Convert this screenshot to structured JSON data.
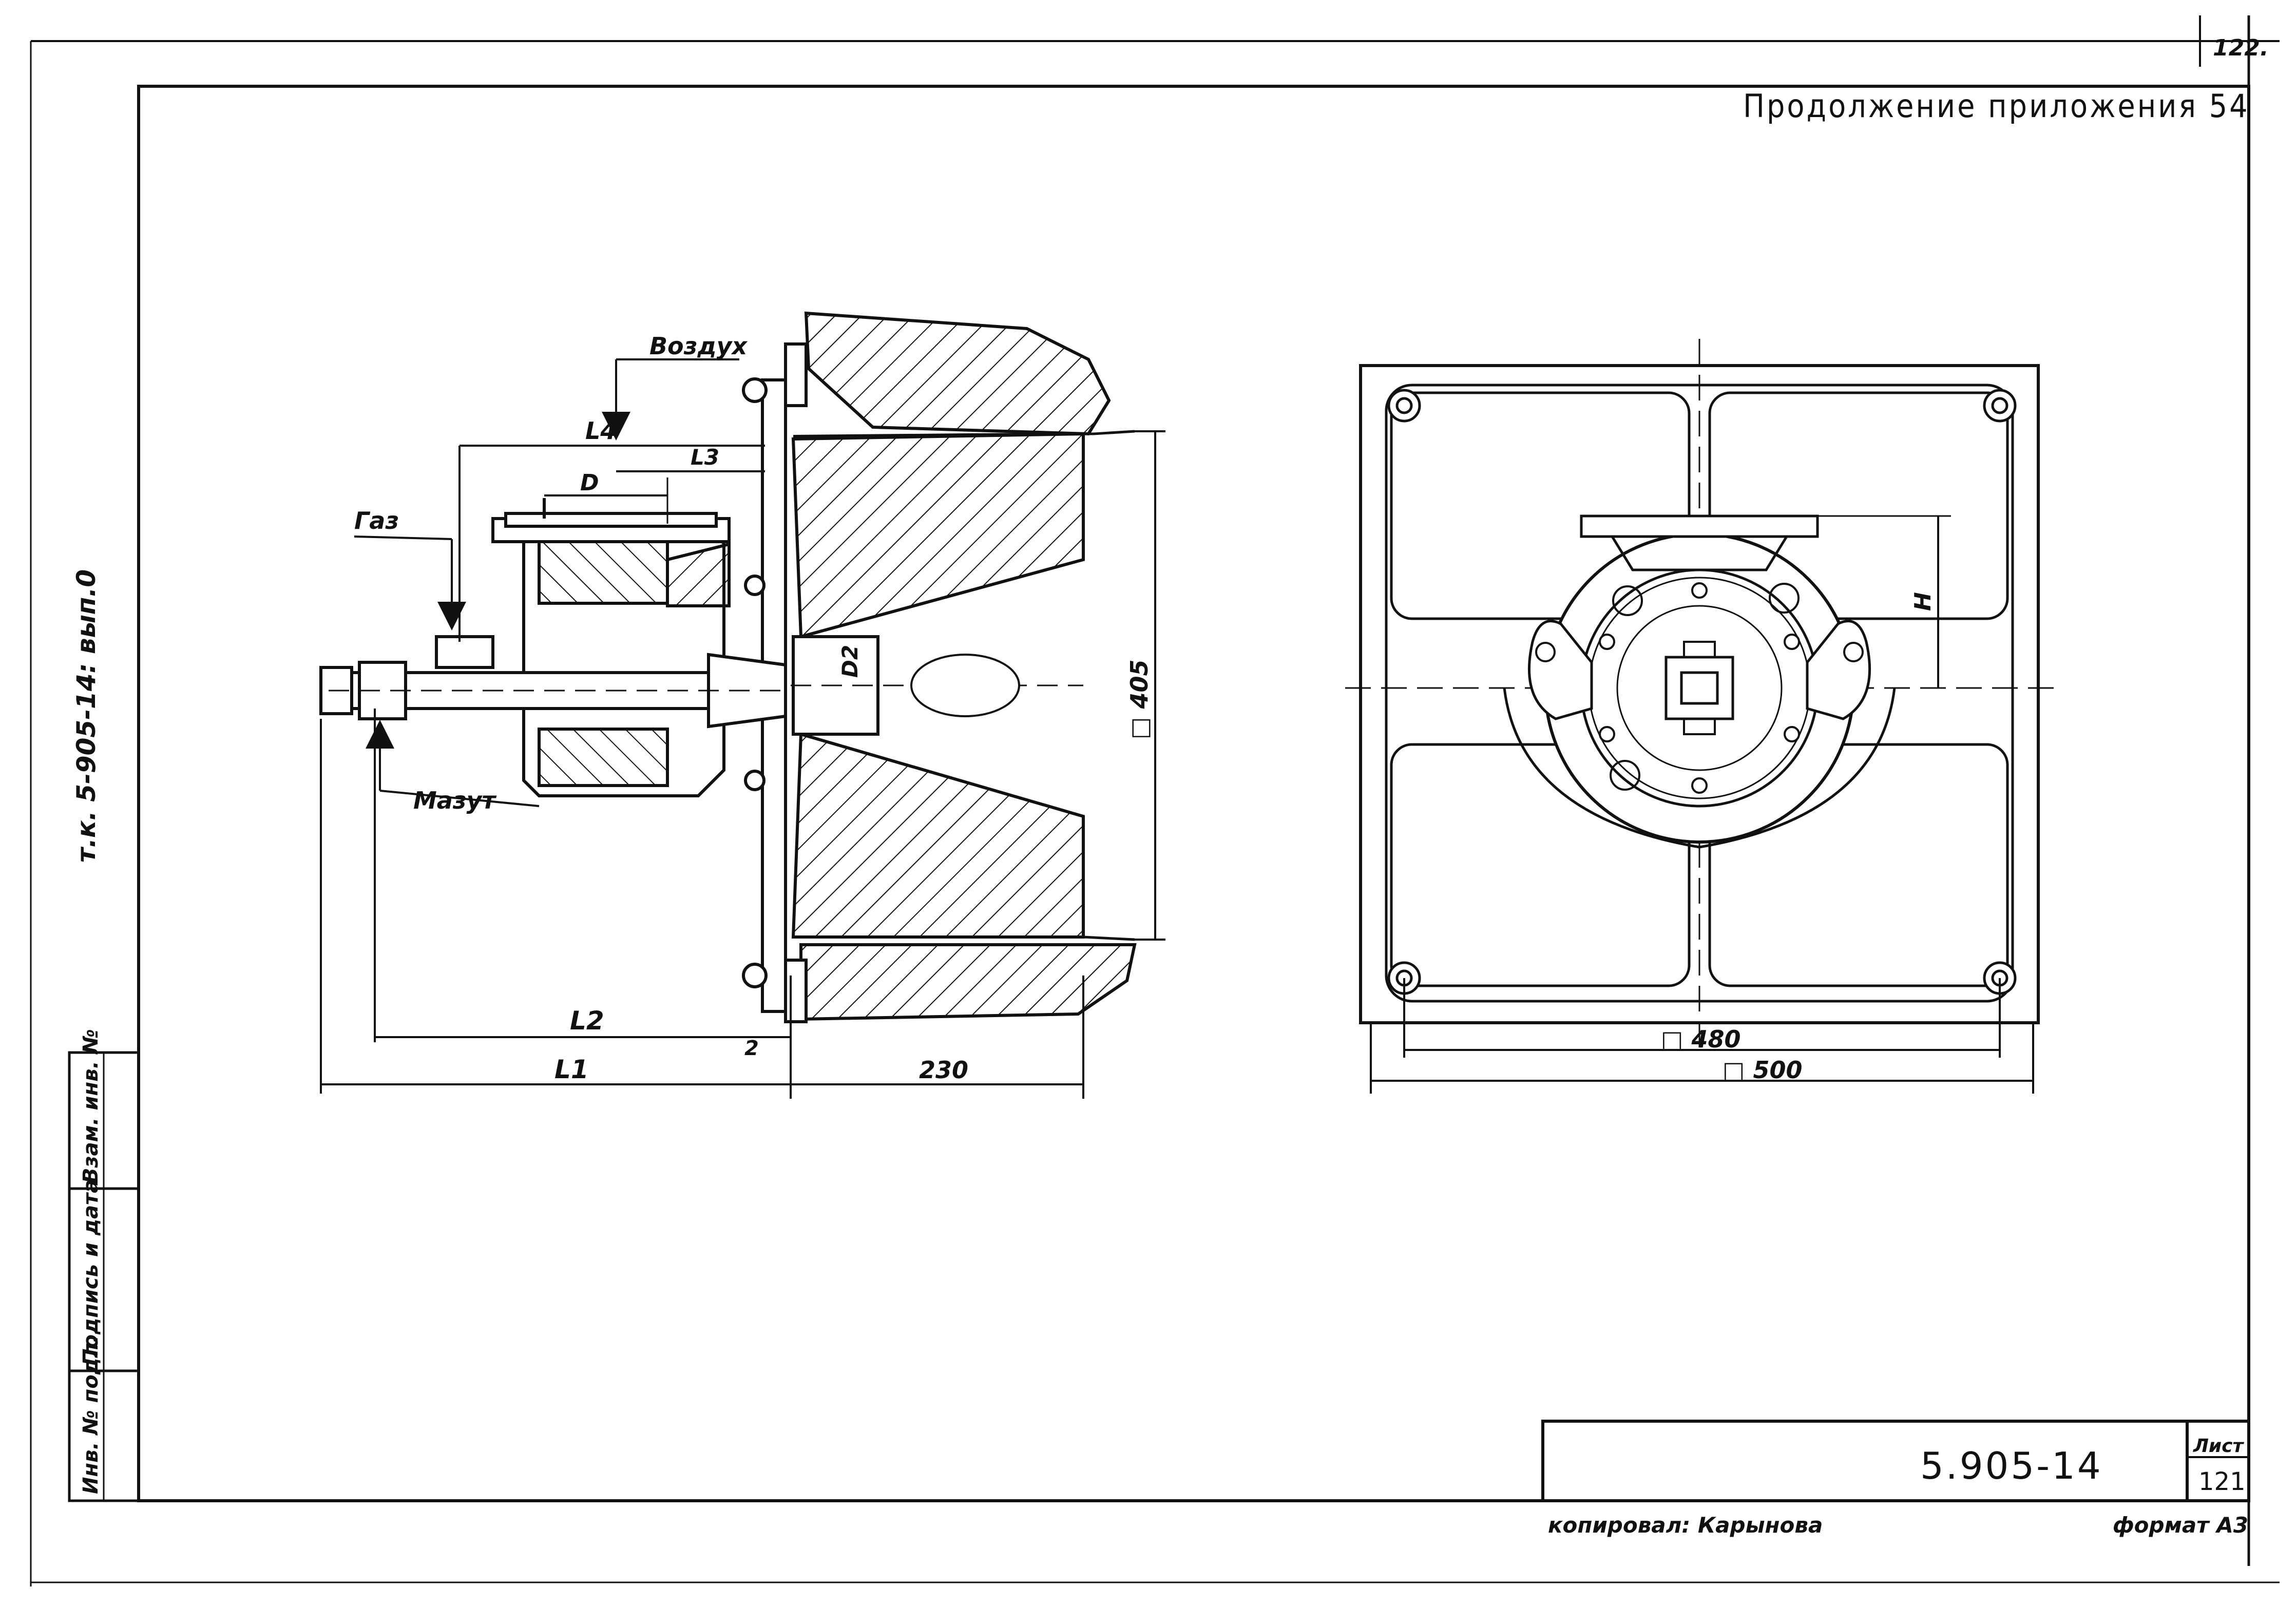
{
  "sheet": {
    "outer_page_number": "122.",
    "header_title": "Продолжение приложения 54",
    "doc_code": "5.905-14",
    "sheet_label": "Лист",
    "sheet_number": "121",
    "copied_by": "копировал: Карынова",
    "format": "формат А3",
    "side_margin_text": "т.к. 5-905-14: вып.0",
    "stamp_columns": [
      "Инв. № подл.",
      "Подпись и дата",
      "Взам. инв. №"
    ]
  },
  "side_view": {
    "labels": {
      "air": "Воздух",
      "gas": "Газ",
      "fuel_oil": "Мазут",
      "L4": "L4",
      "L3": "L3",
      "D": "D",
      "D2": "D2",
      "L2": "L2",
      "L1": "L1",
      "small_gap": "2",
      "depth_230": "230",
      "height_405": "□ 405"
    }
  },
  "front_view": {
    "labels": {
      "H": "H",
      "inner_480": "□ 480",
      "outer_500": "□ 500"
    }
  },
  "colors": {
    "ink": "#111111",
    "paper": "#ffffff"
  }
}
